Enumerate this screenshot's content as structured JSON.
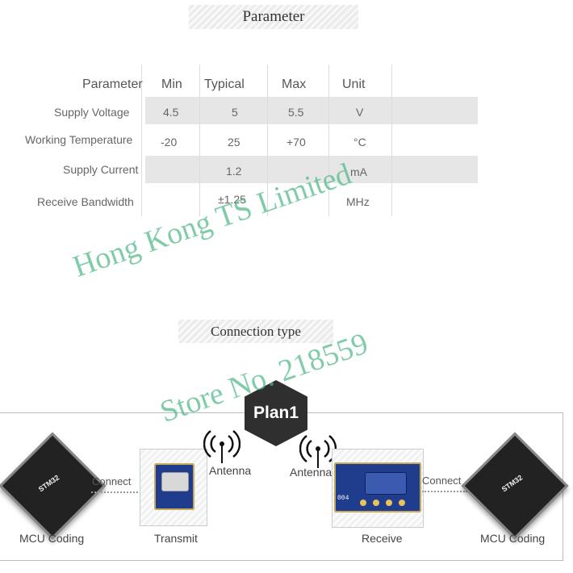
{
  "sections": {
    "parameter_title": "Parameter",
    "connection_title": "Connection type"
  },
  "table": {
    "headers": [
      "Parameter",
      "Min",
      "Typical",
      "Max",
      "Unit"
    ],
    "rows": [
      {
        "name": "Supply Voltage",
        "min": "4.5",
        "typ": "5",
        "max": "5.5",
        "unit": "V"
      },
      {
        "name": "Working Temperature",
        "min": "-20",
        "typ": "25",
        "max": "+70",
        "unit": "°C"
      },
      {
        "name": "Supply Current",
        "min": "",
        "typ": "1.2",
        "max": "",
        "unit": "mA"
      },
      {
        "name": "Receive Bandwidth",
        "min": "",
        "typ": "±1.25",
        "max": "",
        "unit": "MHz"
      }
    ]
  },
  "watermarks": {
    "company": "Hong Kong TS Limited",
    "store": "Store No. 218559"
  },
  "diagram": {
    "plan_label": "Plan1",
    "mcu_left_label": "MCU Coding",
    "mcu_right_label": "MCU Coding",
    "connect_left": "Connect",
    "connect_right": "Connect",
    "transmit_label": "Transmit",
    "receive_label": "Receive",
    "antenna_left": "Antenna",
    "antenna_right": "Antenna",
    "chip_text": "STM32",
    "board_text": "004"
  },
  "colors": {
    "module_blue": "#1f3d8c",
    "chip": "#222222",
    "watermark": "#50b987",
    "hex": "#2f2f2f"
  }
}
